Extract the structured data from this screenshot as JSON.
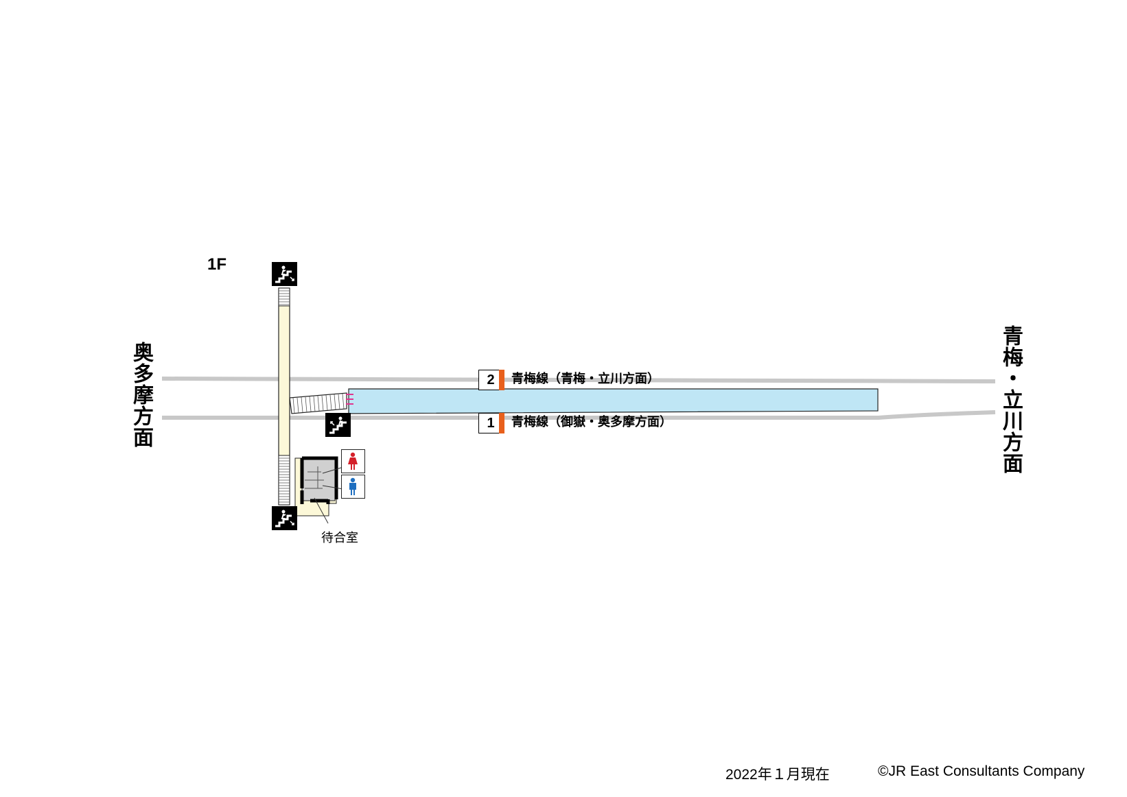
{
  "floor": "1F",
  "directions": {
    "left": "奥多摩方面",
    "right": "青梅・立川方面"
  },
  "platforms": [
    {
      "number": "2",
      "label": "青梅線（青梅・立川方面）"
    },
    {
      "number": "1",
      "label": "青梅線（御嶽・奥多摩方面）"
    }
  ],
  "facilities": {
    "waiting_room": "待合室",
    "icons": [
      "stairs-up-icon",
      "stairs-up-icon",
      "stairs-down-icon",
      "womens-restroom-icon",
      "mens-restroom-icon"
    ]
  },
  "colors": {
    "track": "#c8c8c8",
    "platform": "#bfe6f5",
    "concourse": "#fcf8d8",
    "platform_marker": "#e8601c",
    "womens_restroom": "#d4202a",
    "mens_restroom": "#1f6fc0",
    "stopper": "#e0348f"
  },
  "footer": {
    "date": "2022年１月現在",
    "copyright": "©JR East Consultants Company"
  }
}
